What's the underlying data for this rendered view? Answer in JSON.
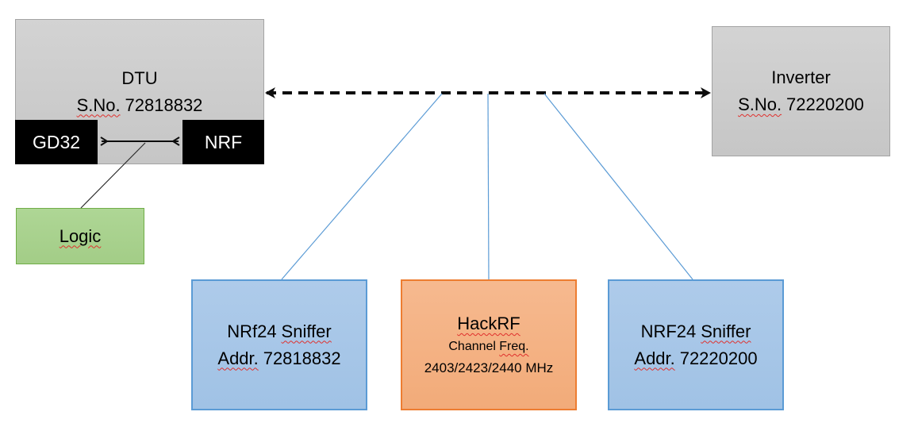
{
  "dtu": {
    "title": "DTU",
    "serial_prefix": "S.No.",
    "serial_number": "72818832"
  },
  "chips": {
    "gd32_label": "GD32",
    "nrf_label": "NRF"
  },
  "logic": {
    "label": "Logic"
  },
  "inverter": {
    "title": "Inverter",
    "serial_prefix": "S.No.",
    "serial_number": "72220200"
  },
  "sniffer_left": {
    "name_prefix": "NRf24",
    "name_suffix": "Sniffer",
    "addr_prefix": "Addr.",
    "addr_number": "72818832"
  },
  "hackrf": {
    "title": "HackRF",
    "channel_word": "Channel",
    "freq_word": "Freq.",
    "frequencies": "2403/2423/2440 MHz"
  },
  "sniffer_right": {
    "name_prefix": "NRF24",
    "name_suffix": "Sniffer",
    "addr_prefix": "Addr.",
    "addr_number": "72220200"
  },
  "colors": {
    "gray_box_fill": "#c9c9c9",
    "gray_box_border": "#a3a3a3",
    "black_chip_fill": "#000000",
    "green_box_fill": "#a9d18e",
    "green_box_border": "#70ad47",
    "blue_box_fill": "#a7c8e9",
    "blue_box_border": "#5b9bd5",
    "orange_box_fill": "#f4b183",
    "orange_box_border": "#ed7d31",
    "connector_blue": "#5b9bd5",
    "arrow_black": "#0d0d0d",
    "spellcheck_red": "#e0302d"
  }
}
